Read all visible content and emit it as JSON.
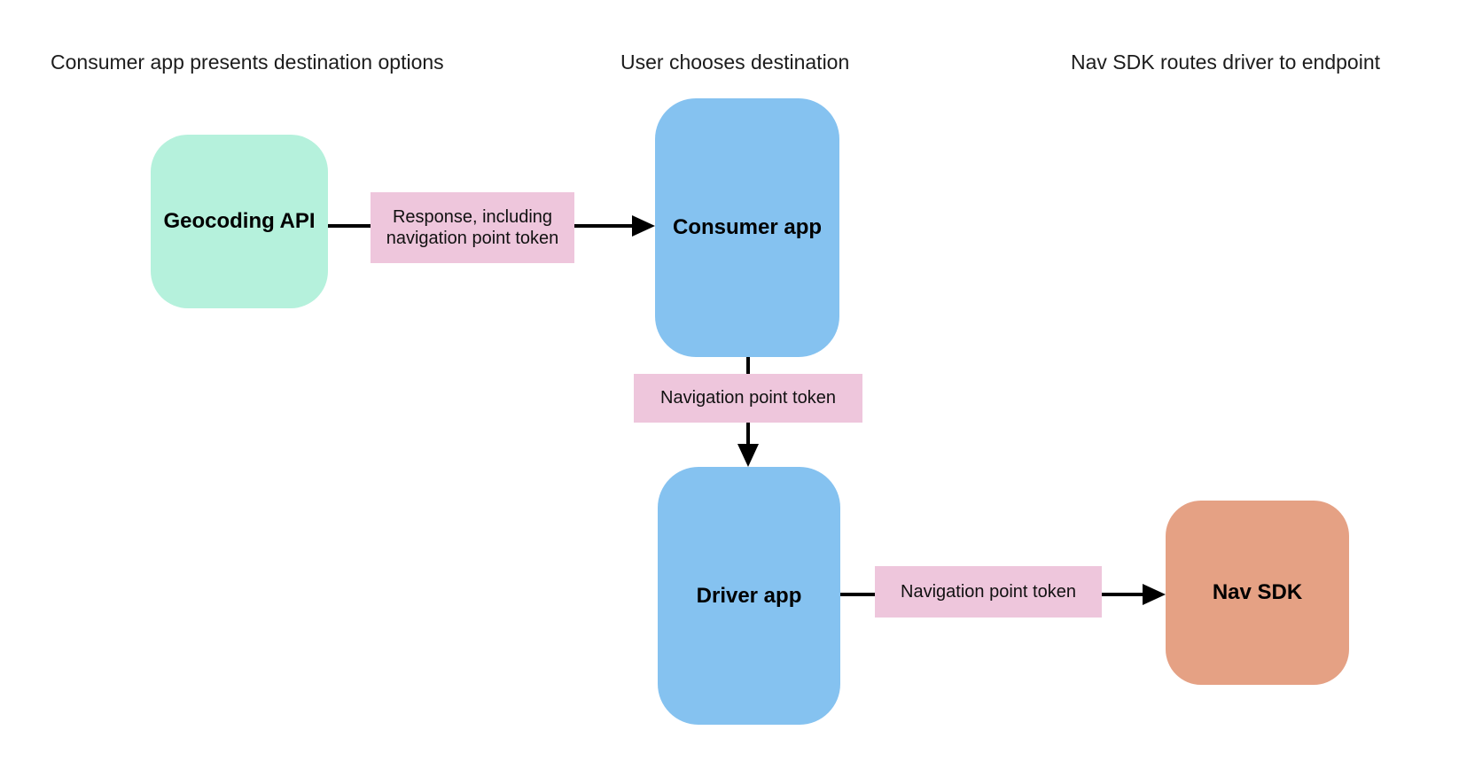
{
  "diagram": {
    "stage_headings": [
      {
        "text": "Consumer app presents destination options"
      },
      {
        "text": "User chooses destination"
      },
      {
        "text": "Nav SDK routes driver to endpoint"
      }
    ],
    "nodes": [
      {
        "id": "geocoding-api",
        "label": "Geocoding API",
        "color": "#b5f1dc"
      },
      {
        "id": "consumer-app",
        "label": "Consumer app",
        "color": "#85c2f0"
      },
      {
        "id": "driver-app",
        "label": "Driver app",
        "color": "#85c2f0"
      },
      {
        "id": "nav-sdk",
        "label": "Nav SDK",
        "color": "#e5a184"
      }
    ],
    "edges": [
      {
        "from": "geocoding-api",
        "to": "consumer-app",
        "label": "Response, including navigation point token"
      },
      {
        "from": "consumer-app",
        "to": "driver-app",
        "label": "Navigation point token"
      },
      {
        "from": "driver-app",
        "to": "nav-sdk",
        "label": "Navigation point token"
      }
    ],
    "colors": {
      "node_green": "#b5f1dc",
      "node_blue": "#85c2f0",
      "node_orange": "#e5a184",
      "edge_label_bg": "#eec6dc",
      "arrow": "#000000",
      "text": "#1c1c1c"
    }
  }
}
